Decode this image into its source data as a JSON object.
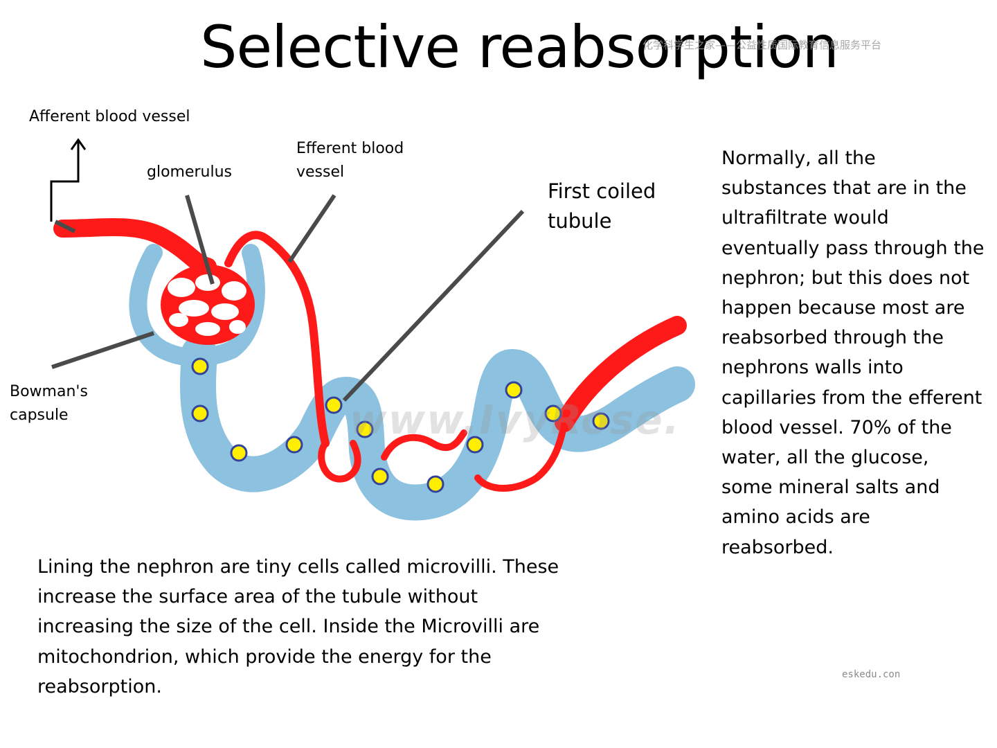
{
  "title": "Selective reabsorption",
  "watermarks": {
    "top": "化学科学生之家——公益性质国际教育信息服务平台",
    "bottom": "eskedu.con",
    "diagram": "www.IvyRose.c"
  },
  "diagram": {
    "labels": {
      "afferent": "Afferent blood vessel",
      "glomerulus": "glomerulus",
      "efferent_line1": "Efferent blood",
      "efferent_line2": "vessel",
      "bowman_line1": "Bowman's",
      "bowman_line2": "capsule",
      "tubule_line1": "First coiled",
      "tubule_line2": "tubule"
    },
    "colors": {
      "blood": "#ff1a1a",
      "tubule": "#8cc1e0",
      "microvilli": "#ffee00",
      "microvilli_outline": "#34439a",
      "pointer": "#4a4a4a"
    }
  },
  "text": {
    "right": "Normally, all the substances that are in the ultrafiltrate would eventually pass through the nephron; but this does not happen because most are reabsorbed through the nephrons walls  into capillaries from the efferent blood vessel. 70% of the water, all the glucose, some mineral salts and amino acids are reabsorbed.",
    "bottom": "Lining the nephron are tiny cells called microvilli. These increase the surface area of the tubule without increasing the size of the cell. Inside the Microvilli are mitochondrion, which provide the energy for the reabsorption."
  }
}
